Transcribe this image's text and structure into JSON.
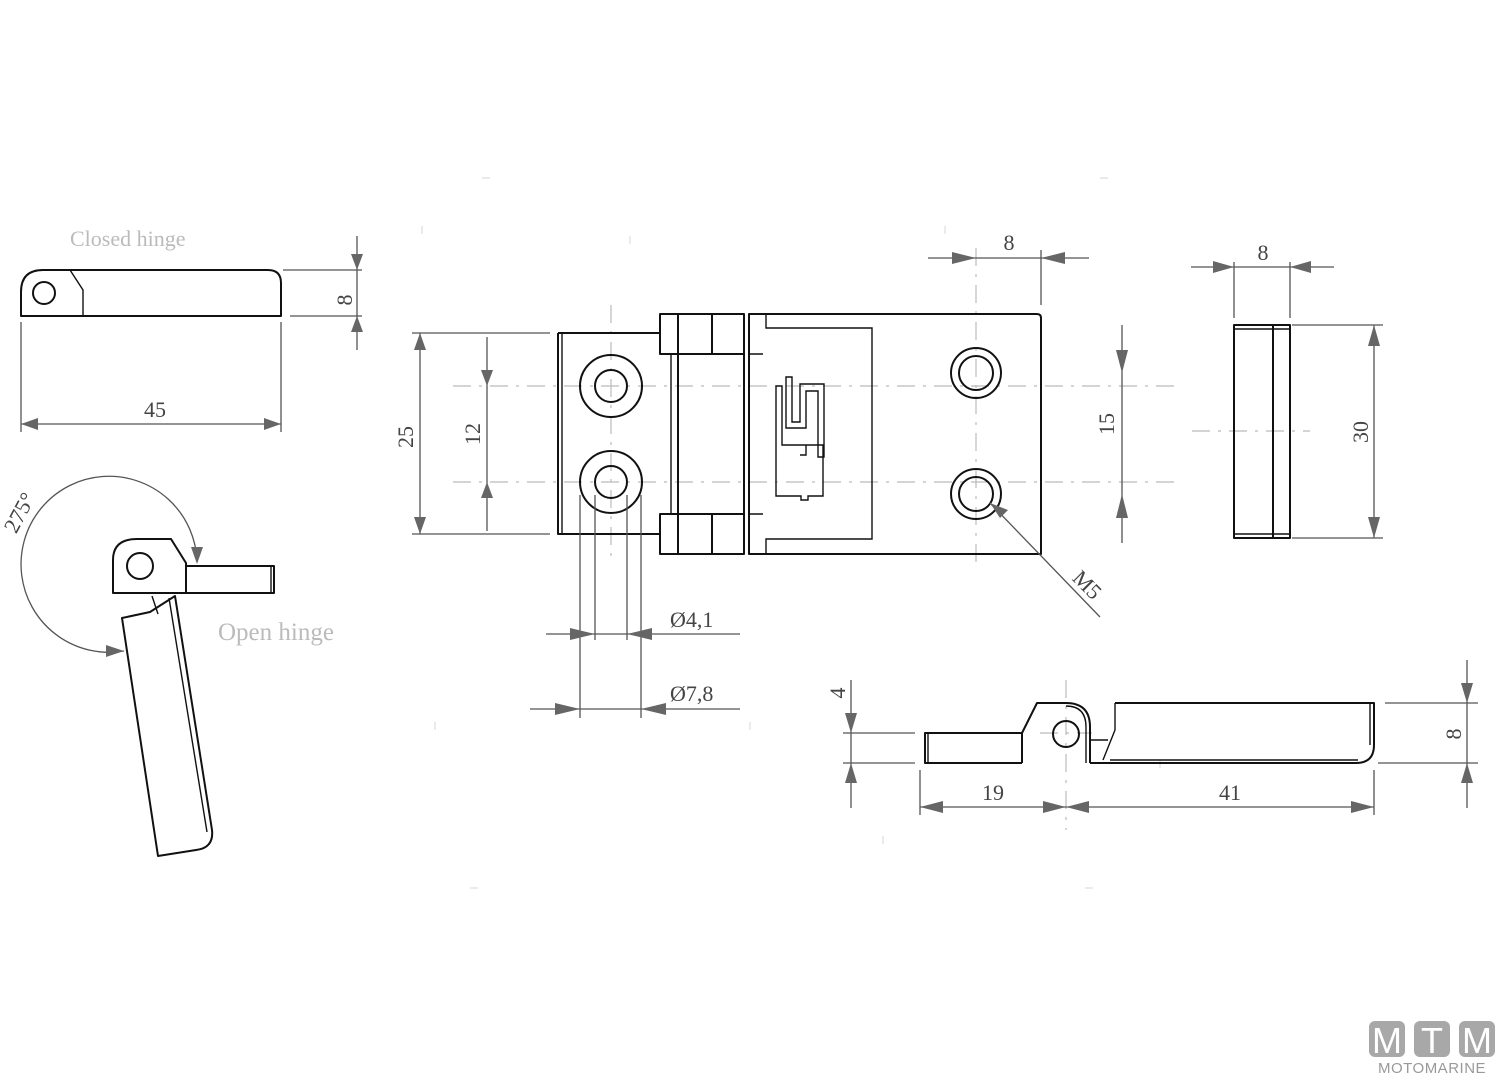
{
  "drawing": {
    "title_closed": "Closed hinge",
    "title_open": "Open hinge",
    "units": "mm"
  },
  "closed_view": {
    "length": "45",
    "thickness": "8"
  },
  "open_view": {
    "angle": "275°"
  },
  "plan_view": {
    "overall_height": "25",
    "hole_spacing_left": "12",
    "hole_offset_right": "8",
    "hole_spacing_right": "15",
    "thread": "M5",
    "hole_diameter": "Ø4,1",
    "counterbore_diameter": "Ø7,8"
  },
  "end_view": {
    "thickness": "8",
    "width": "30"
  },
  "side_view": {
    "leaf_thickness": "4",
    "total_thickness": "8",
    "short_length": "19",
    "long_length": "41"
  },
  "logo": {
    "letters": [
      "M",
      "T",
      "M"
    ],
    "wordmark": "MOTOMARINE",
    "color": "#a8a8a8"
  },
  "colors": {
    "outline": "#111111",
    "dimension": "#555555",
    "centerline": "#bbbbbb",
    "label": "#bbbbbb"
  }
}
